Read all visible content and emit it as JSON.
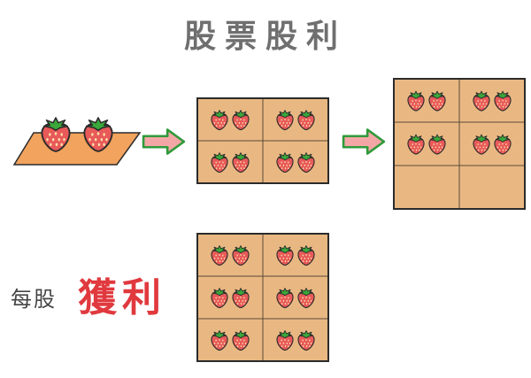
{
  "title": "股票股利",
  "per_share_label": "每股",
  "profit_label": "獲利",
  "icons": {
    "fruit": "strawberry-icon",
    "arrow": "right-arrow-icon"
  },
  "colors": {
    "box_fill": "#e9b882",
    "box_stroke": "#2b2b2b",
    "plate_fill": "#f2a35e",
    "arrow_fill": "#f4a6a6",
    "arrow_stroke": "#2f9a3a",
    "strawberry_red": "#e85a5a",
    "strawberry_leaf": "#3aa83a",
    "title_gray": "#6f6f6f",
    "profit_red": "#e0393e"
  },
  "scenes": {
    "initial_strawberries": 2,
    "grid1_cells": [
      2,
      2,
      2,
      2
    ],
    "grid2_cells": [
      2,
      2,
      2,
      2,
      0,
      0
    ],
    "grid3_cells": [
      2,
      2,
      2,
      2,
      2,
      2
    ]
  }
}
